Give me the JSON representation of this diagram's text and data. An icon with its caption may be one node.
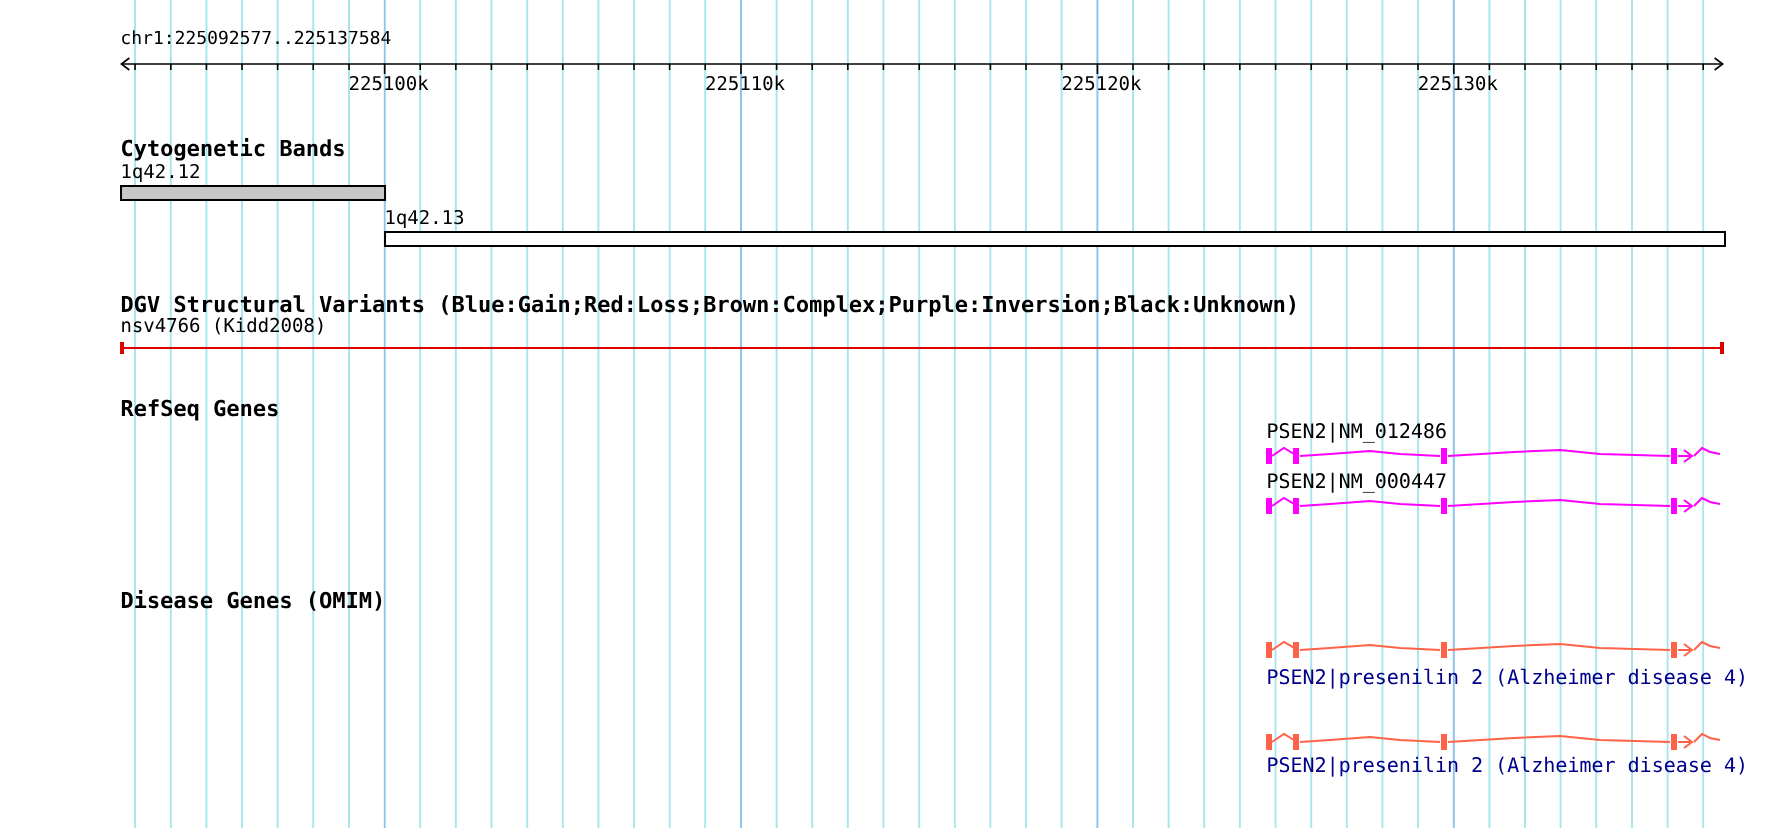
{
  "diagram": {
    "nodes": [
      {
        "text": [
          "1q42.12"
        ]
      },
      {
        "text": [
          "1q42.13"
        ]
      },
      {
        "text": [
          "nsv4766 (Kidd2008)"
        ]
      },
      {
        "text": [
          "PSEN2|NM_012486"
        ]
      },
      {
        "text": [
          "PSEN2|NM_000447"
        ]
      },
      {
        "text": [
          "PSEN2|presenilin 2 (Alzheimer disease 4)"
        ]
      },
      {
        "text": [
          "PSEN2|presenilin 2 (Alzheimer disease 4)"
        ]
      }
    ],
    "labels": [
      "chr1:225092577..225137584",
      "225100k",
      "225110k",
      "225120k",
      "225130k",
      "Cytogenetic Bands",
      "DGV Structural Variants (Blue:Gain;Red:Loss;Brown:Complex;Purple:Inversion;Black:Unknown)",
      "RefSeq Genes",
      "Disease Genes (OMIM)"
    ]
  }
}
